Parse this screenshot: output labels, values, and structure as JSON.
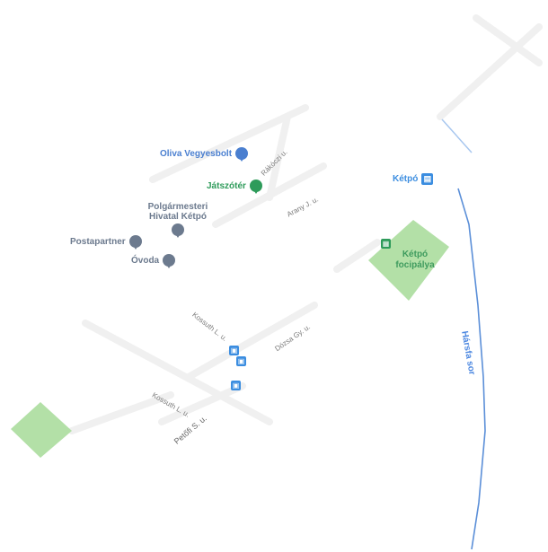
{
  "map": {
    "pois": {
      "oliva": {
        "label": "Oliva Vegyesbolt",
        "icon": "shopping-bag-icon",
        "color": "#4a7fd0"
      },
      "jatszoter": {
        "label": "Játszótér",
        "icon": "tree-icon",
        "color": "#2e9b5a"
      },
      "polgarmesteri": {
        "label": "Polgármesteri Hivatal Kétpó",
        "icon": "building-icon",
        "color": "#6c7a8e"
      },
      "postapartner": {
        "label": "Postapartner",
        "icon": "mail-icon",
        "color": "#6c7a8e"
      },
      "ovoda": {
        "label": "Óvoda",
        "icon": "school-icon",
        "color": "#6c7a8e"
      }
    },
    "transit": {
      "station_label": "Kétpó",
      "icon": "train-icon",
      "color": "#3b8de0"
    },
    "park": {
      "label": "Kétpó focipálya",
      "color": "#b3e0a7"
    },
    "road_label": "Hársfa sor",
    "street_labels": {
      "s1": "Dózsa Gy. u.",
      "s2": "Petőfi S. u.",
      "s3": "Kossuth L. u.",
      "s4": "Kossuth L. u.",
      "s5": "Arany J. u.",
      "s6": "Rákóczi u."
    },
    "colors": {
      "road": "#eeeeee",
      "park": "#b3e0a7",
      "rail": "#5b8fd8"
    }
  }
}
